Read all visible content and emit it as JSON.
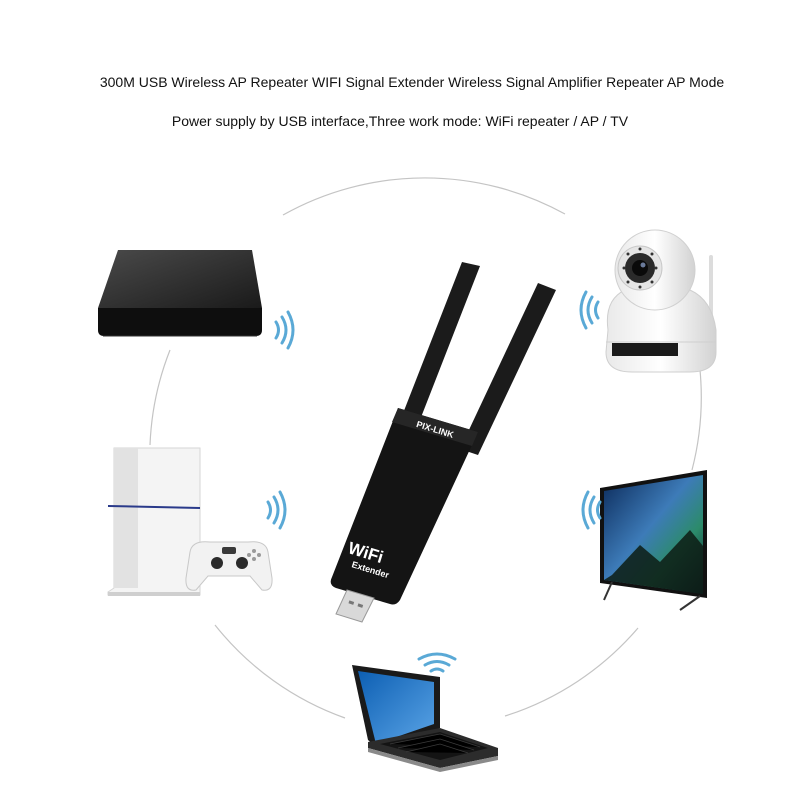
{
  "header": {
    "title": "300M USB Wireless AP Repeater WIFI Signal Extender Wireless Signal Amplifier Repeater AP Mode",
    "subtitle": "Power supply by USB interface,Three work mode: WiFi repeater / AP / TV"
  },
  "device": {
    "brand": "PIX-LINK",
    "logo_main": "WiFi",
    "logo_sub": "Extender"
  },
  "colors": {
    "signal": "#5aa9d6",
    "device_body": "#141414",
    "circle": "#bdbdbd"
  },
  "connected_devices": [
    {
      "name": "tv-box-icon"
    },
    {
      "name": "ip-camera-icon"
    },
    {
      "name": "game-console-icon"
    },
    {
      "name": "smart-tv-icon"
    },
    {
      "name": "laptop-icon"
    }
  ]
}
